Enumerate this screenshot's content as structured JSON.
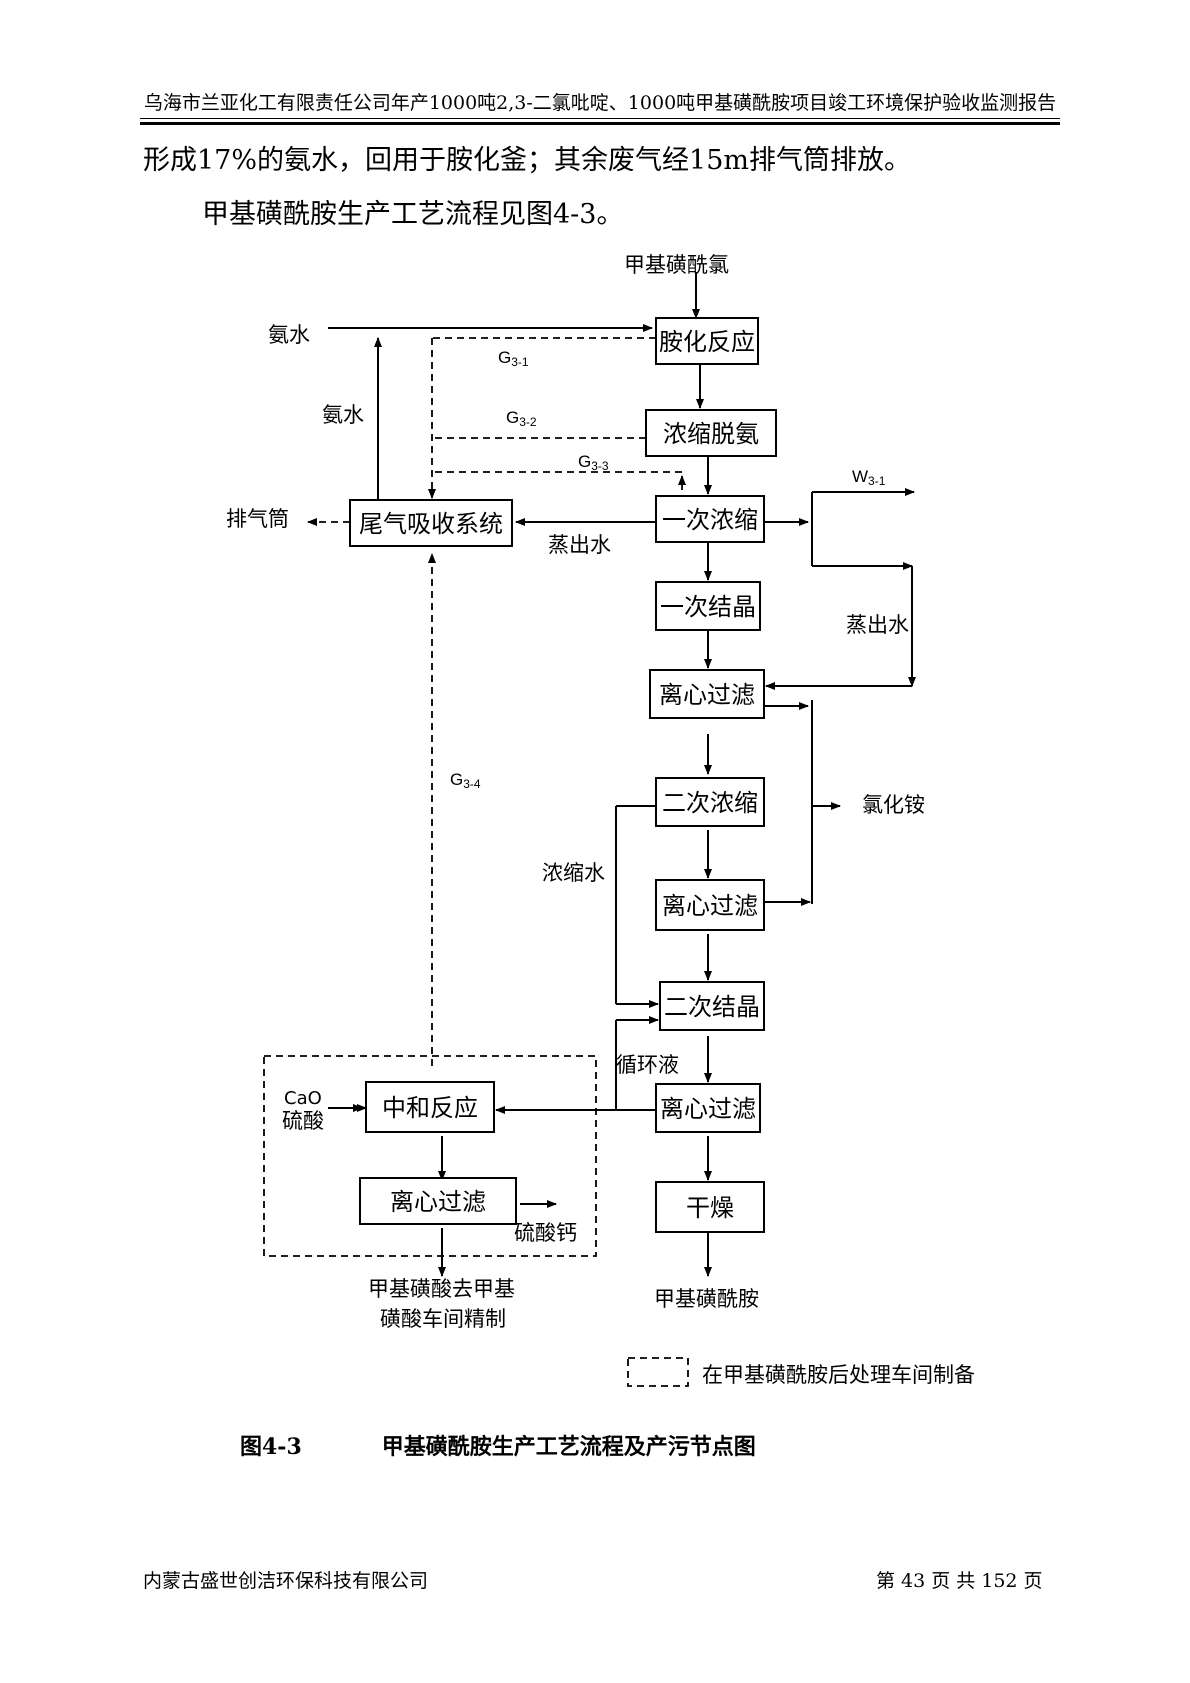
{
  "header": "乌海市兰亚化工有限责任公司年产1000吨2,3-二氯吡啶、1000吨甲基磺酰胺项目竣工环境保护验收监测报告",
  "paragraph1": "形成17%的氨水，回用于胺化釜；其余废气经15m排气筒排放。",
  "paragraph2": "甲基磺酰胺生产工艺流程见图4-3。",
  "diagram": {
    "nodes": {
      "amination": "胺化反应",
      "conc_deammonia": "浓缩脱氨",
      "first_conc": "一次浓缩",
      "first_cryst": "一次结晶",
      "centrifuge1": "离心过滤",
      "second_conc": "二次浓缩",
      "centrifuge2": "离心过滤",
      "second_cryst": "二次结晶",
      "centrifuge3": "离心过滤",
      "drying": "干燥",
      "tail_gas": "尾气吸收系统",
      "neutralization": "中和反应",
      "centrifuge4": "离心过滤"
    },
    "labels": {
      "input_msc": "甲基磺酰氯",
      "ammonia_water_in": "氨水",
      "ammonia_water_return": "氨水",
      "stack": "排气筒",
      "distilled_water1": "蒸出水",
      "distilled_water2": "蒸出水",
      "ammonium_chloride": "氯化铵",
      "conc_water": "浓缩水",
      "circulating_liquid": "循环液",
      "cao": "CaO",
      "sulfuric_acid": "硫酸",
      "calcium_sulfate": "硫酸钙",
      "product": "甲基磺酰胺",
      "msa_out_line1": "甲基磺酸去甲基",
      "msa_out_line2": "磺酸车间精制",
      "legend_text": "在甲基磺酰胺后处理车间制备"
    },
    "emissions": {
      "g31": {
        "main": "G",
        "sub": "3-1"
      },
      "g32": {
        "main": "G",
        "sub": "3-2"
      },
      "g33": {
        "main": "G",
        "sub": "3-3"
      },
      "g34": {
        "main": "G",
        "sub": "3-4"
      },
      "w31": {
        "main": "W",
        "sub": "3-1"
      }
    }
  },
  "caption": {
    "number": "图4-3",
    "title": "甲基磺酰胺生产工艺流程及产污节点图"
  },
  "footer": {
    "company": "内蒙古盛世创洁环保科技有限公司",
    "page_prefix": "第",
    "page_current": "43",
    "page_mid": "页 共",
    "page_total": "152",
    "page_suffix": "页"
  }
}
